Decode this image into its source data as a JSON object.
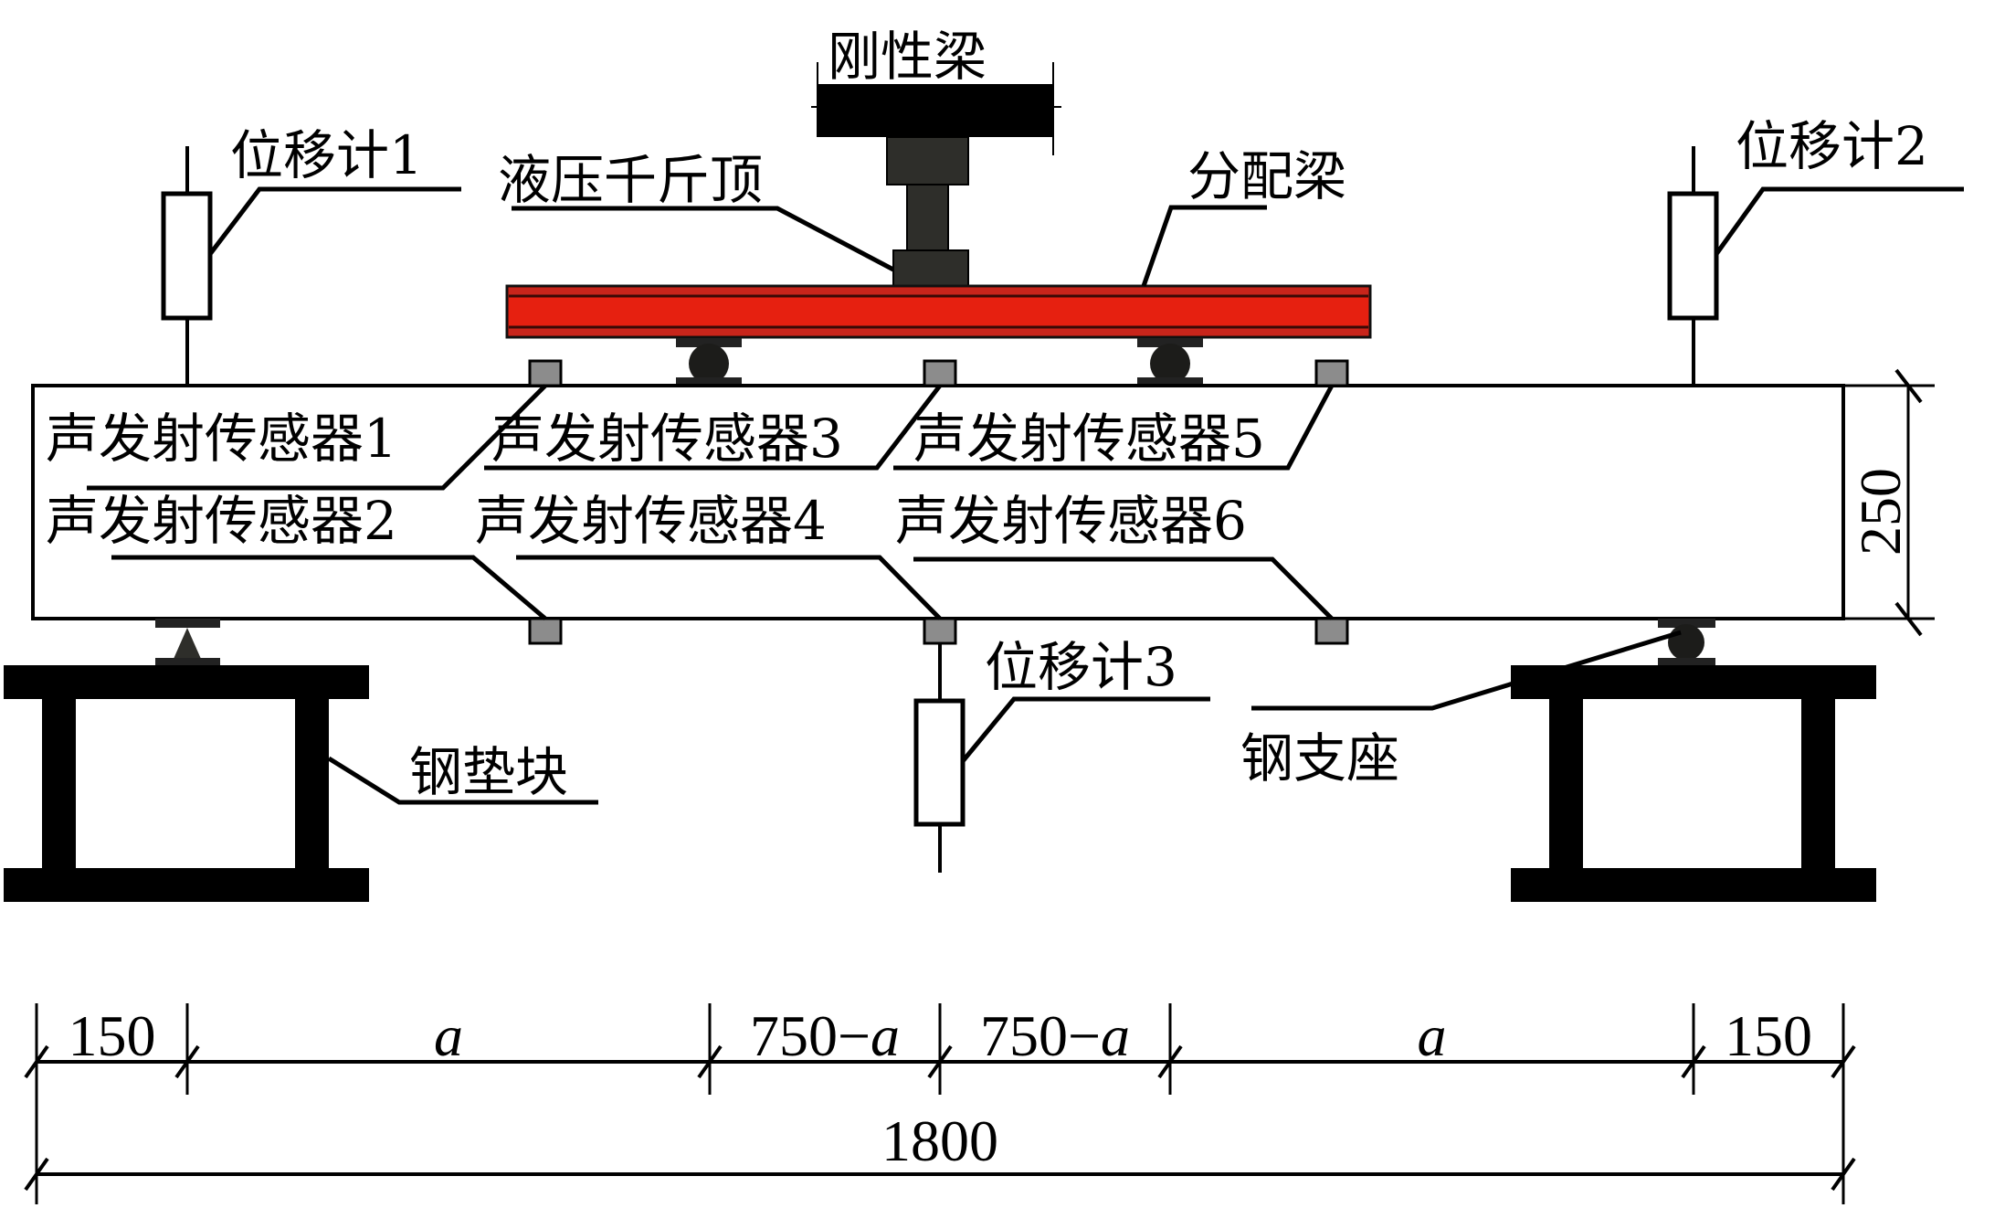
{
  "figure": {
    "type": "beam four-point bending test setup schematic",
    "colors": {
      "distribution_beam": "#e62010",
      "distribution_beam_flange": "#c8251b",
      "jack": "#2e2e2a",
      "sensor": "#8c8c8c",
      "steel": "#000000"
    }
  },
  "labels": {
    "rigid_beam": "刚性梁",
    "hydraulic_jack": "液压千斤顶",
    "distribution_beam": "分配梁",
    "lvdt_1": "位移计1",
    "lvdt_2": "位移计2",
    "lvdt_3": "位移计3",
    "ae_sensor_1": "声发射传感器1",
    "ae_sensor_2": "声发射传感器2",
    "ae_sensor_3": "声发射传感器3",
    "ae_sensor_4": "声发射传感器4",
    "ae_sensor_5": "声发射传感器5",
    "ae_sensor_6": "声发射传感器6",
    "steel_block": "钢垫块",
    "steel_support": "钢支座"
  },
  "dimensions": {
    "height": "250",
    "total_length": "1800",
    "segments": [
      {
        "label": "150",
        "italic_part": ""
      },
      {
        "label": "",
        "italic_part": "a"
      },
      {
        "label": "750−",
        "italic_part": "a"
      },
      {
        "label": "750−",
        "italic_part": "a"
      },
      {
        "label": "",
        "italic_part": "a"
      },
      {
        "label": "150",
        "italic_part": ""
      }
    ]
  }
}
